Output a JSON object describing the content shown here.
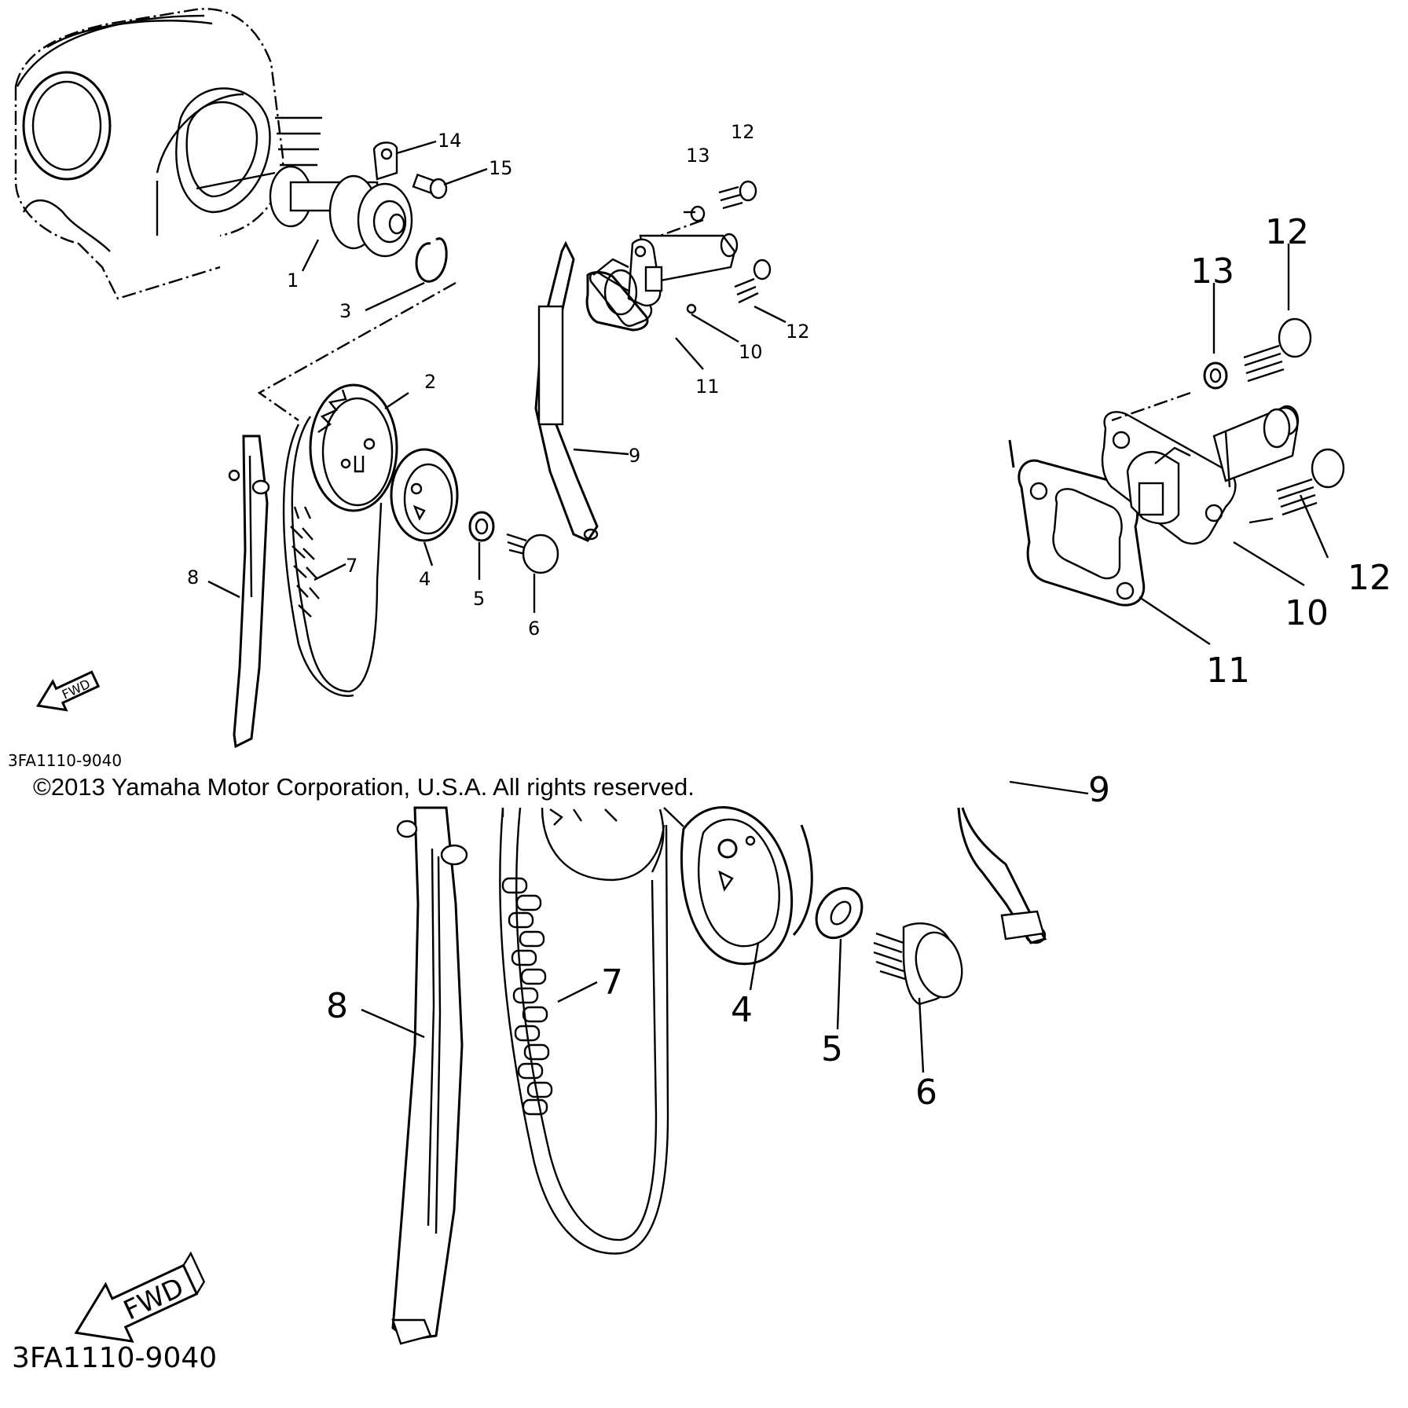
{
  "copyright": "©2013 Yamaha Motor Corporation, U.S.A. All rights reserved.",
  "diagram_code": "3FA1110-9040",
  "fwd_label": "FWD",
  "callouts": {
    "c1": "1",
    "c2": "2",
    "c3": "3",
    "c4": "4",
    "c5": "5",
    "c6": "6",
    "c7": "7",
    "c8": "8",
    "c9": "9",
    "c10": "10",
    "c11": "11",
    "c12": "12",
    "c13": "13",
    "c14": "14",
    "c15": "15"
  }
}
